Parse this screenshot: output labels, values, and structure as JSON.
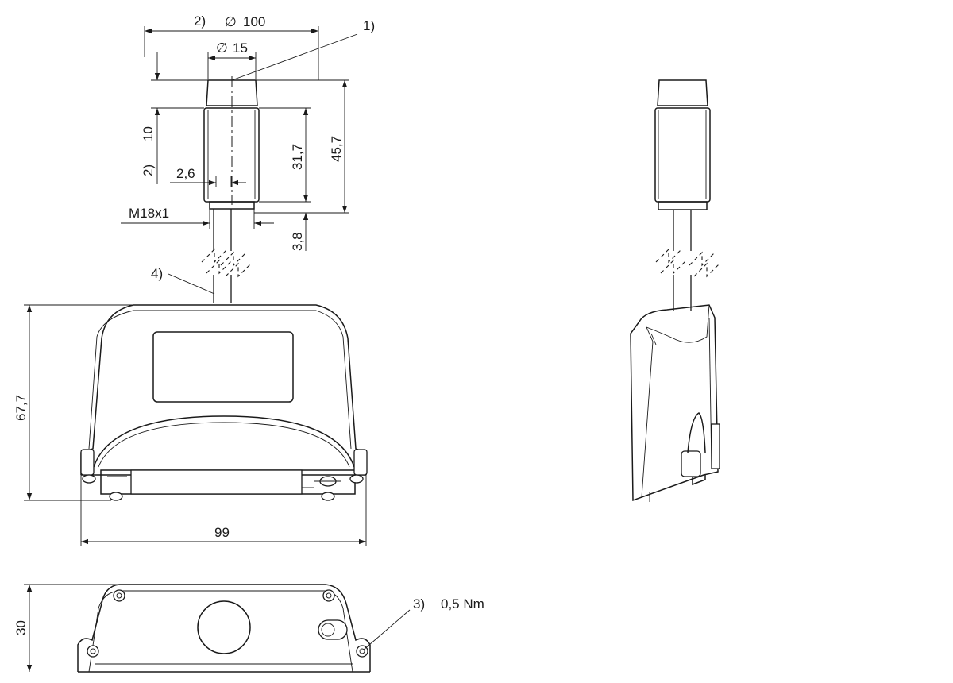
{
  "dimensions": {
    "dia_100": "100",
    "dia_15": "15",
    "h_10": "10",
    "d_2_6": "2,6",
    "thread": "M18x1",
    "h_31_7": "31,7",
    "h_45_7": "45,7",
    "h_3_8": "3,8",
    "h_67_7": "67,7",
    "w_99": "99",
    "h_30": "30"
  },
  "callouts": {
    "c1": "1)",
    "c2a": "2)",
    "c2b": "2)",
    "c3": "3)",
    "c4": "4)",
    "torque": "0,5 Nm"
  },
  "symbols": {
    "diameter": "∅"
  }
}
